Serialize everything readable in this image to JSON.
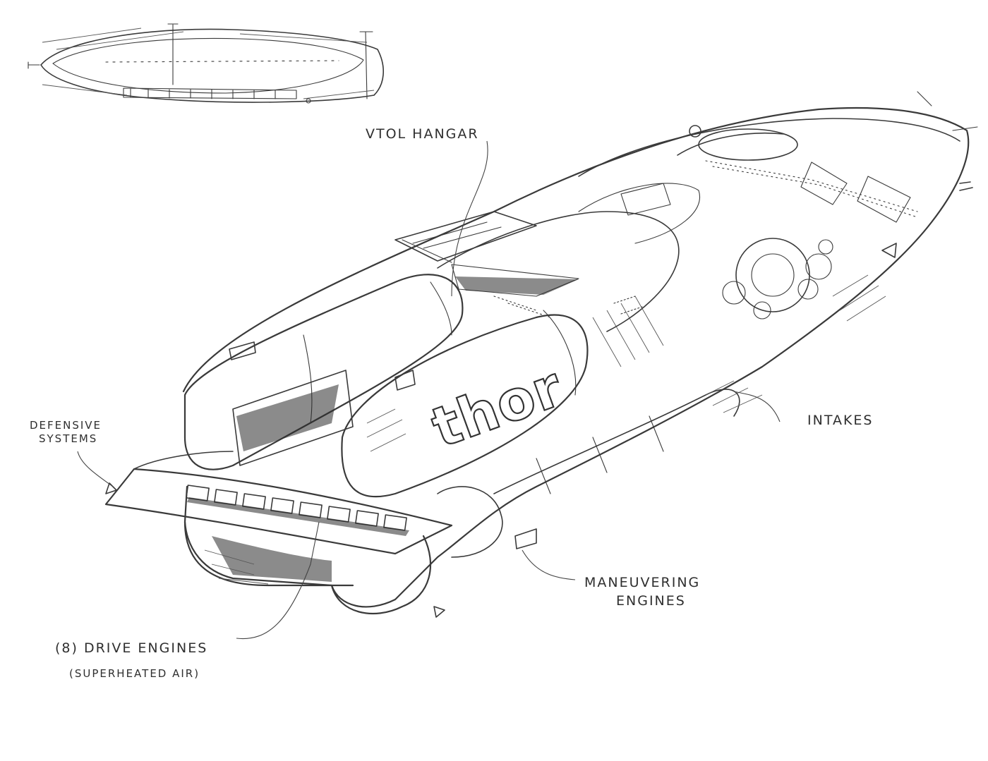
{
  "labels": {
    "vtol_hangar": "VTOL HANGAR",
    "intakes": "INTAKES",
    "defensive_systems_line1": "DEFENSIVE",
    "defensive_systems_line2": "SYSTEMS",
    "maneuvering_line1": "MANEUVERING",
    "maneuvering_line2": "ENGINES",
    "drive_engines": "(8) DRIVE ENGINES",
    "drive_engines_note": "(SUPERHEATED AIR)"
  },
  "hull_logo": "thor"
}
